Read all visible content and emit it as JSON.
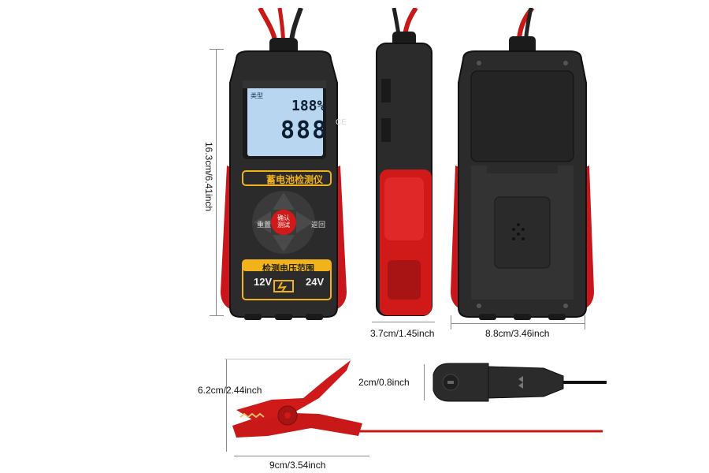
{
  "dimensions": {
    "height": "16.3cm/6.41inch",
    "depth": "3.7cm/1.45inch",
    "width": "8.8cm/3.46inch",
    "clamp_height": "6.2cm/2.44inch",
    "clamp_length": "9cm/3.54inch",
    "connector": "2cm/0.8inch"
  },
  "front": {
    "product_label": "蓄电池检测仪",
    "confirm_button": "确认\n测试",
    "reset_label": "重置",
    "back_label": "返回",
    "range_title": "检测电压范围",
    "voltage_low": "12V",
    "voltage_high": "24V",
    "lcd_top_value": "188%",
    "lcd_main_value": "888",
    "lcd_side_label": "类型",
    "ce_mark": "CE"
  },
  "colors": {
    "body": "#2b2b2b",
    "accent_red": "#d01a1a",
    "label_yellow": "#f2b21a",
    "lcd_bg": "#b9d6f0"
  }
}
